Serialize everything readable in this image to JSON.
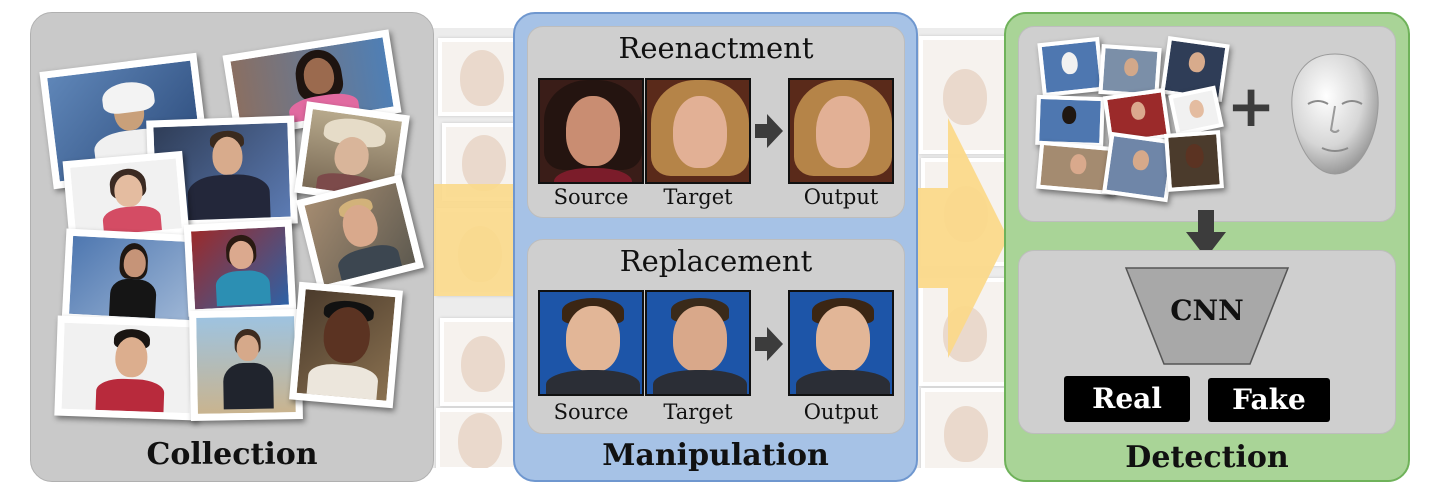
{
  "panels": {
    "collection": {
      "title": "Collection"
    },
    "manipulation": {
      "title": "Manipulation",
      "reenactment": {
        "title": "Reenactment",
        "captions": [
          "Source",
          "Target",
          "Output"
        ]
      },
      "replacement": {
        "title": "Replacement",
        "captions": [
          "Source",
          "Target",
          "Output"
        ]
      }
    },
    "detection": {
      "title": "Detection",
      "plus_symbol": "+",
      "network_label": "CNN",
      "outputs": [
        "Real",
        "Fake"
      ]
    }
  },
  "colors": {
    "collection_bg": "#c9c9c9",
    "manipulation_bg": "#a6c2e6",
    "manipulation_border": "#6f97cf",
    "detection_bg": "#a9d497",
    "detection_border": "#6fb25a",
    "flow_arrow": "#fbd98a",
    "inner_box": "#cfcfcf",
    "dark_arrow": "#3c3c3c"
  },
  "icons": [
    "face-photo-collage",
    "flow-arrow",
    "small-right-arrow",
    "down-arrow",
    "plus-icon",
    "3d-face-mesh-icon",
    "cnn-trapezoid"
  ]
}
